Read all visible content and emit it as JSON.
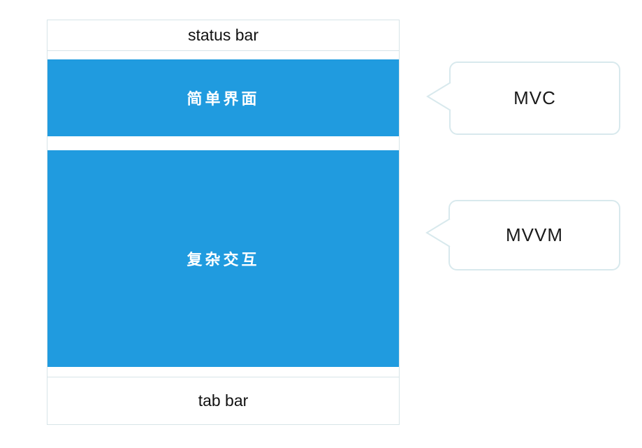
{
  "colors": {
    "accent_blue": "#209bdf",
    "frame_border": "#d7e4e8",
    "callout_border": "#d8e9ed",
    "text_dark": "#111111",
    "text_on_accent": "#ffffff"
  },
  "phone": {
    "status_bar_label": "status bar",
    "sections": [
      {
        "label": "简单界面"
      },
      {
        "label": "复杂交互"
      }
    ],
    "tab_bar_label": "tab bar"
  },
  "callouts": [
    {
      "label": "MVC"
    },
    {
      "label": "MVVM"
    }
  ]
}
